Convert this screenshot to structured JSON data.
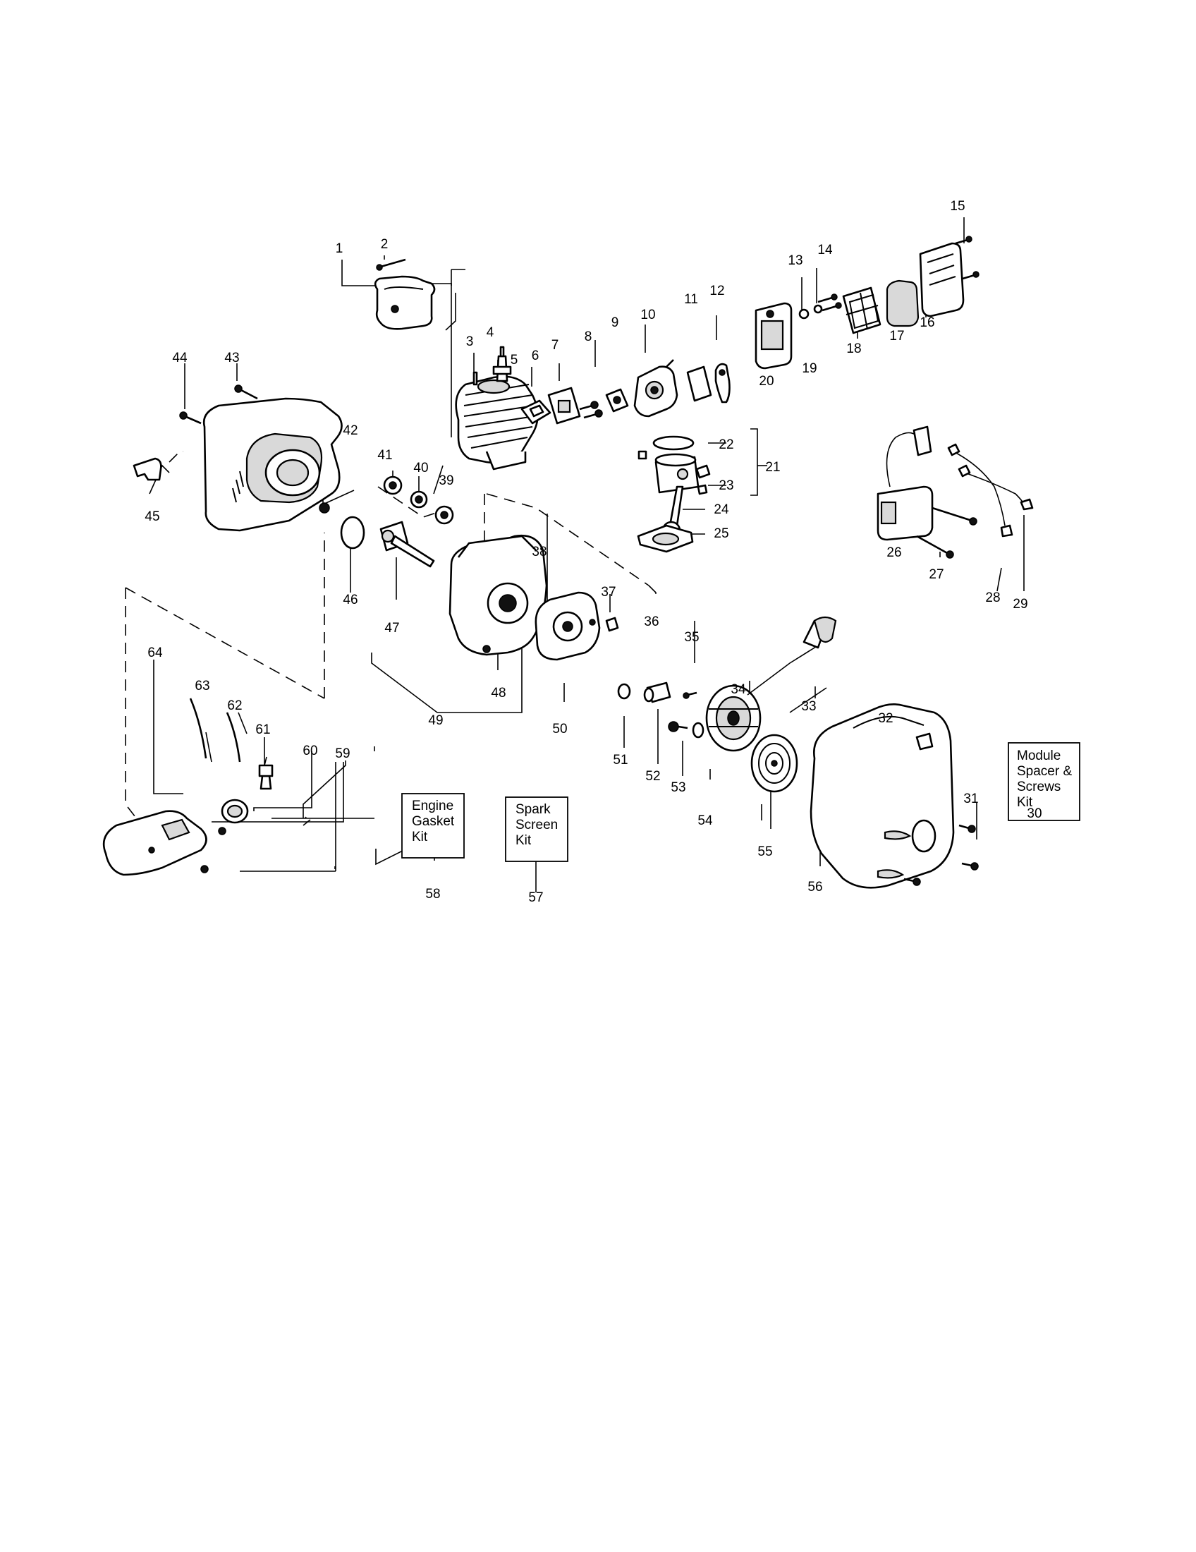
{
  "parts": [
    {
      "id": "part-1",
      "label": "1"
    },
    {
      "id": "part-2",
      "label": "2"
    },
    {
      "id": "part-3",
      "label": "3"
    },
    {
      "id": "part-4",
      "label": "4"
    },
    {
      "id": "part-5",
      "label": "5"
    },
    {
      "id": "part-6",
      "label": "6"
    },
    {
      "id": "part-7",
      "label": "7"
    },
    {
      "id": "part-8",
      "label": "8"
    },
    {
      "id": "part-9",
      "label": "9"
    },
    {
      "id": "part-10",
      "label": "10"
    },
    {
      "id": "part-11",
      "label": "11"
    },
    {
      "id": "part-12",
      "label": "12"
    },
    {
      "id": "part-13",
      "label": "13"
    },
    {
      "id": "part-14",
      "label": "14"
    },
    {
      "id": "part-15",
      "label": "15"
    },
    {
      "id": "part-16",
      "label": "16"
    },
    {
      "id": "part-17",
      "label": "17"
    },
    {
      "id": "part-18",
      "label": "18"
    },
    {
      "id": "part-19",
      "label": "19"
    },
    {
      "id": "part-20",
      "label": "20"
    },
    {
      "id": "part-21",
      "label": "21"
    },
    {
      "id": "part-22",
      "label": "22"
    },
    {
      "id": "part-23",
      "label": "23"
    },
    {
      "id": "part-24",
      "label": "24"
    },
    {
      "id": "part-25",
      "label": "25"
    },
    {
      "id": "part-26",
      "label": "26"
    },
    {
      "id": "part-27",
      "label": "27"
    },
    {
      "id": "part-28",
      "label": "28"
    },
    {
      "id": "part-29",
      "label": "29"
    },
    {
      "id": "part-30",
      "label": "30"
    },
    {
      "id": "part-31",
      "label": "31"
    },
    {
      "id": "part-32",
      "label": "32"
    },
    {
      "id": "part-33",
      "label": "33"
    },
    {
      "id": "part-34",
      "label": "34"
    },
    {
      "id": "part-35",
      "label": "35"
    },
    {
      "id": "part-36",
      "label": "36"
    },
    {
      "id": "part-37",
      "label": "37"
    },
    {
      "id": "part-38",
      "label": "38"
    },
    {
      "id": "part-39",
      "label": "39"
    },
    {
      "id": "part-40",
      "label": "40"
    },
    {
      "id": "part-41",
      "label": "41"
    },
    {
      "id": "part-42",
      "label": "42"
    },
    {
      "id": "part-43",
      "label": "43"
    },
    {
      "id": "part-44",
      "label": "44"
    },
    {
      "id": "part-45",
      "label": "45"
    },
    {
      "id": "part-46",
      "label": "46"
    },
    {
      "id": "part-47",
      "label": "47"
    },
    {
      "id": "part-48",
      "label": "48"
    },
    {
      "id": "part-49",
      "label": "49"
    },
    {
      "id": "part-50",
      "label": "50"
    },
    {
      "id": "part-51",
      "label": "51"
    },
    {
      "id": "part-52",
      "label": "52"
    },
    {
      "id": "part-53",
      "label": "53"
    },
    {
      "id": "part-54",
      "label": "54"
    },
    {
      "id": "part-55",
      "label": "55"
    },
    {
      "id": "part-56",
      "label": "56"
    },
    {
      "id": "part-57",
      "label": "57"
    },
    {
      "id": "part-58",
      "label": "58"
    },
    {
      "id": "part-59",
      "label": "59"
    },
    {
      "id": "part-60",
      "label": "60"
    },
    {
      "id": "part-61",
      "label": "61"
    },
    {
      "id": "part-62",
      "label": "62"
    },
    {
      "id": "part-63",
      "label": "63"
    },
    {
      "id": "part-64",
      "label": "64"
    }
  ],
  "kits": {
    "module": {
      "lines": [
        "Module",
        "Spacer &",
        "Screws",
        "Kit"
      ],
      "number": "30"
    },
    "engine_gasket": {
      "lines": [
        "Engine",
        "Gasket",
        "Kit"
      ],
      "number": "58"
    },
    "spark_screen": {
      "lines": [
        "Spark",
        "Screen",
        "Kit"
      ],
      "number": "57"
    }
  }
}
